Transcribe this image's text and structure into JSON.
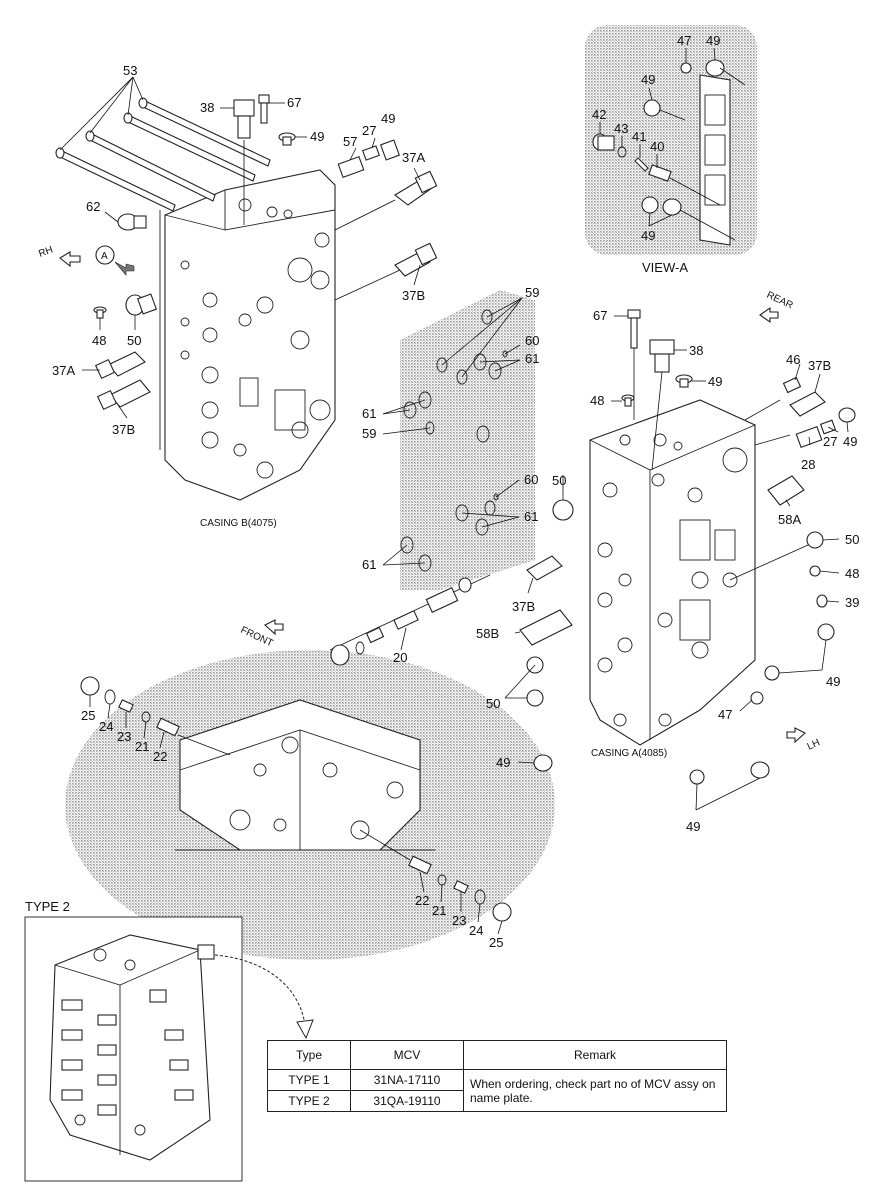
{
  "callouts": {
    "c53": "53",
    "c38a": "38",
    "c67a": "67",
    "c49a": "49",
    "c57": "57",
    "c27a": "27",
    "c49b": "49",
    "c37A_top": "37A",
    "c62": "62",
    "c37B_top": "37B",
    "c48a": "48",
    "c50a": "50",
    "c37A_left": "37A",
    "c37B_left": "37B",
    "c59a": "59",
    "c60a": "60",
    "c61a": "61",
    "c61b": "61",
    "c59b": "59",
    "c60b": "60",
    "c61c": "61",
    "c61d": "61",
    "c67b": "67",
    "c38b": "38",
    "c49c": "49",
    "c48b": "48",
    "c46": "46",
    "c37B_r": "37B",
    "c27b": "27",
    "c49d": "49",
    "c28": "28",
    "c58A": "58A",
    "c50b": "50",
    "c48c": "48",
    "c39": "39",
    "c49e": "49",
    "c50c": "50",
    "c37B_mid": "37B",
    "c58B": "58B",
    "c20": "20",
    "c50d": "50",
    "c47b": "47",
    "c49f": "49",
    "c49g": "49",
    "c25a": "25",
    "c24a": "24",
    "c23a": "23",
    "c21a": "21",
    "c22a": "22",
    "c22b": "22",
    "c21b": "21",
    "c23b": "23",
    "c24b": "24",
    "c25b": "25",
    "v47": "47",
    "v49a": "49",
    "v49b": "49",
    "v42": "42",
    "v43": "43",
    "v41": "41",
    "v40": "40",
    "v49c": "49",
    "circleA": "A"
  },
  "labels": {
    "casing_b": "CASING B(4075)",
    "casing_a": "CASING A(4085)",
    "view_a": "VIEW-A",
    "dir_rh": "RH",
    "dir_rear": "REAR",
    "dir_front": "FRONT",
    "dir_lh": "LH",
    "type2_title": "TYPE 2"
  },
  "table": {
    "headers": [
      "Type",
      "MCV",
      "Remark"
    ],
    "rows": [
      {
        "type": "TYPE 1",
        "mcv": "31NA-17110"
      },
      {
        "type": "TYPE 2",
        "mcv": "31QA-19110"
      }
    ],
    "remark": "When ordering, check part no of MCV assy on name plate."
  },
  "colors": {
    "ink": "#111111",
    "shade": "#bdbdbd",
    "paper": "#ffffff"
  }
}
